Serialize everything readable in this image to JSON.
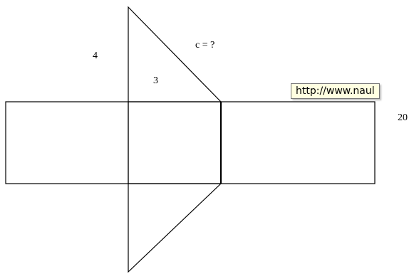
{
  "diagram": {
    "labels": {
      "side_a": "4",
      "side_b": "3",
      "hypotenuse": "c = ?",
      "length": "20"
    }
  },
  "tooltip": {
    "text": "http://www.naul"
  },
  "colors": {
    "line": "#000000",
    "tooltip_bg": "#ffffe1",
    "tooltip_border": "#767676"
  }
}
